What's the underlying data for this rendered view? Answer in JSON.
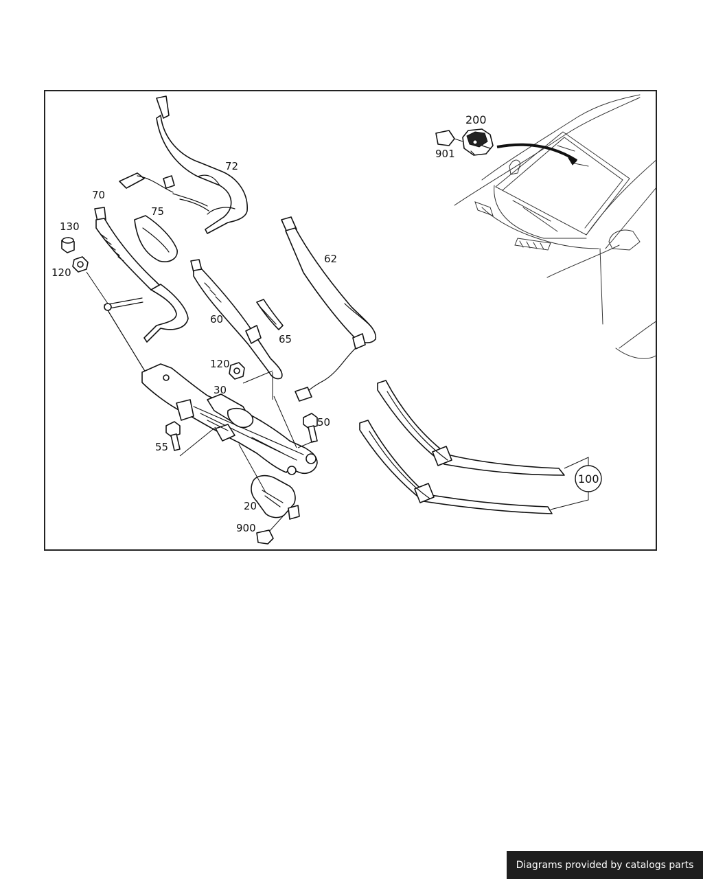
{
  "diagram": {
    "callouts": {
      "p72": "72",
      "p70": "70",
      "p75": "75",
      "p130": "130",
      "p120a": "120",
      "p120b": "120",
      "p60": "60",
      "p65": "65",
      "p62": "62",
      "p30": "30",
      "p50": "50",
      "p55": "55",
      "p20": "20",
      "p900": "900",
      "p100": "100",
      "p200": "200",
      "p901": "901"
    }
  },
  "footer": {
    "credit": "Diagrams provided by catalogs parts"
  }
}
